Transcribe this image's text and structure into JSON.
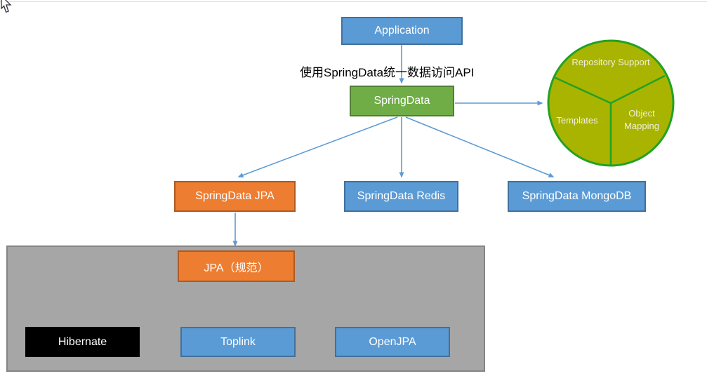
{
  "diagram": {
    "annotation": "使用SpringData统一数据访问API",
    "nodes": {
      "application": "Application",
      "springdata": "SpringData",
      "springdata_jpa": "SpringData JPA",
      "springdata_redis": "SpringData Redis",
      "springdata_mongodb": "SpringData MongoDB",
      "jpa_spec": "JPA（规范）",
      "hibernate": "Hibernate",
      "toplink": "Toplink",
      "openjpa": "OpenJPA"
    },
    "circle_segments": {
      "top": "Repository Support",
      "left": "Templates",
      "right": "Object Mapping"
    },
    "colors": {
      "node_blue": "#5B9BD5",
      "node_blue_border": "#41719C",
      "node_orange": "#ED7D31",
      "node_orange_border": "#AE5A21",
      "node_green": "#70AD47",
      "node_green_border": "#507E32",
      "node_black": "#000000",
      "panel_gray": "#A6A6A6",
      "panel_gray_border": "#848484",
      "circle_fill": "#A9B400",
      "circle_border": "#23A123",
      "circle_text": "#F1EFD9",
      "arrow_blue": "#5B9BD5",
      "label_text": "#FFFFFF",
      "annotation_text": "#000000"
    }
  }
}
